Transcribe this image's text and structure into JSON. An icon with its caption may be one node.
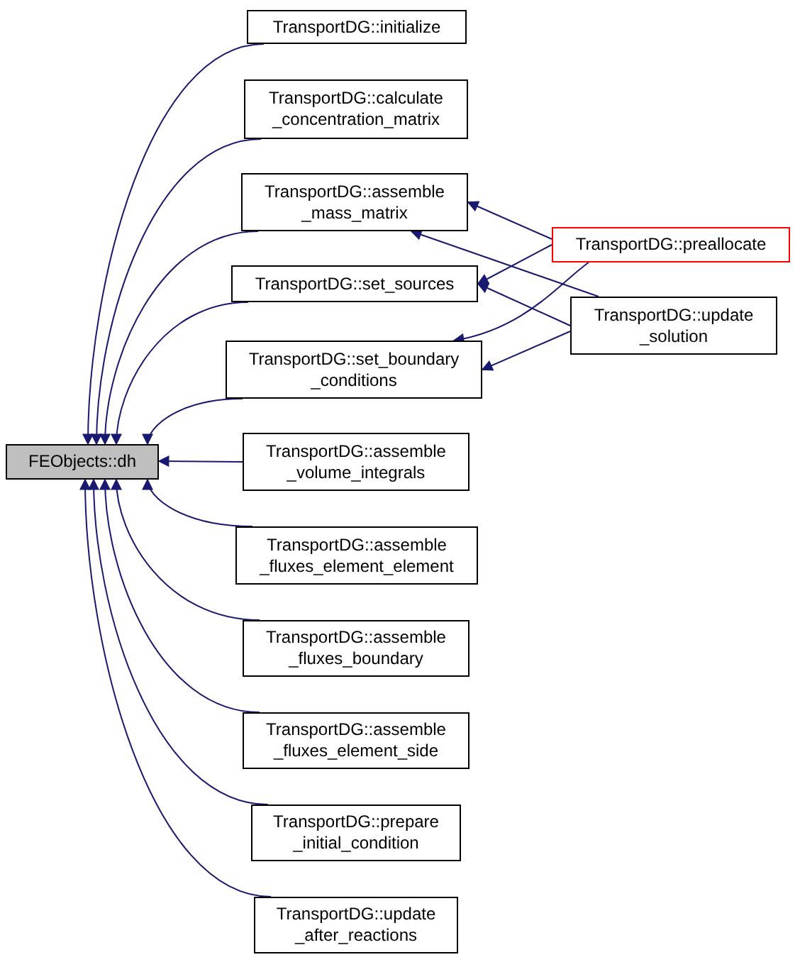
{
  "diagram": {
    "nodes": [
      {
        "text": [
          "FEObjects::dh"
        ]
      },
      {
        "text": [
          "TransportDG::initialize"
        ]
      },
      {
        "text": [
          "TransportDG::calculate _concentration_matrix"
        ]
      },
      {
        "text": [
          "TransportDG::assemble _mass_matrix"
        ]
      },
      {
        "text": [
          "TransportDG::set_sources"
        ]
      },
      {
        "text": [
          "TransportDG::set_boundary _conditions"
        ]
      },
      {
        "text": [
          "TransportDG::assemble _volume_integrals"
        ]
      },
      {
        "text": [
          "TransportDG::assemble _fluxes_element_element"
        ]
      },
      {
        "text": [
          "TransportDG::assemble _fluxes_boundary"
        ]
      },
      {
        "text": [
          "TransportDG::assemble _fluxes_element_side"
        ]
      },
      {
        "text": [
          "TransportDG::prepare _initial_condition"
        ]
      },
      {
        "text": [
          "TransportDG::update _after_reactions"
        ]
      },
      {
        "text": [
          "TransportDG::preallocate"
        ]
      },
      {
        "text": [
          "TransportDG::update _solution"
        ]
      }
    ],
    "edges": [
      {
        "from": 1,
        "to": 0,
        "arrow": "to"
      },
      {
        "from": 2,
        "to": 0,
        "arrow": "to"
      },
      {
        "from": 3,
        "to": 0,
        "arrow": "to"
      },
      {
        "from": 4,
        "to": 0,
        "arrow": "to"
      },
      {
        "from": 5,
        "to": 0,
        "arrow": "to"
      },
      {
        "from": 6,
        "to": 0,
        "arrow": "to"
      },
      {
        "from": 7,
        "to": 0,
        "arrow": "to"
      },
      {
        "from": 8,
        "to": 0,
        "arrow": "to"
      },
      {
        "from": 9,
        "to": 0,
        "arrow": "to"
      },
      {
        "from": 10,
        "to": 0,
        "arrow": "to"
      },
      {
        "from": 11,
        "to": 0,
        "arrow": "to"
      },
      {
        "from": 12,
        "to": 3,
        "arrow": "to"
      },
      {
        "from": 12,
        "to": 4,
        "arrow": "to"
      },
      {
        "from": 12,
        "to": 5,
        "arrow": "to"
      },
      {
        "from": 13,
        "to": 3,
        "arrow": "to"
      },
      {
        "from": 13,
        "to": 4,
        "arrow": "to"
      },
      {
        "from": 13,
        "to": 5,
        "arrow": "to"
      }
    ]
  }
}
